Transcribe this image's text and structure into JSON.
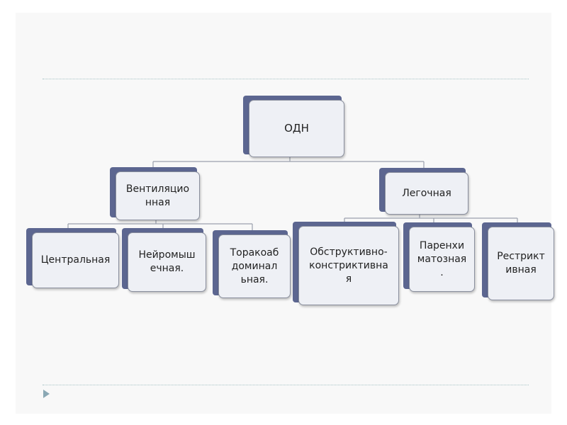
{
  "diagram": {
    "root": "ОДН",
    "branches": [
      {
        "label": "Вентиляцио\nнная",
        "children": [
          "Центральная",
          "Нейромыш\nечная.",
          "Торакоаб\nдоминал\nьная."
        ]
      },
      {
        "label": "Легочная",
        "children": [
          "Обструктивно-\nконстриктивна\nя",
          "Паренхи\nматозная\n.",
          "Рестрикт\nивная"
        ]
      }
    ]
  },
  "colors": {
    "box_back": "#5c6690",
    "box_front": "#eef0f5",
    "connector": "#9aa0ad",
    "rule": "#a7c4c7"
  }
}
